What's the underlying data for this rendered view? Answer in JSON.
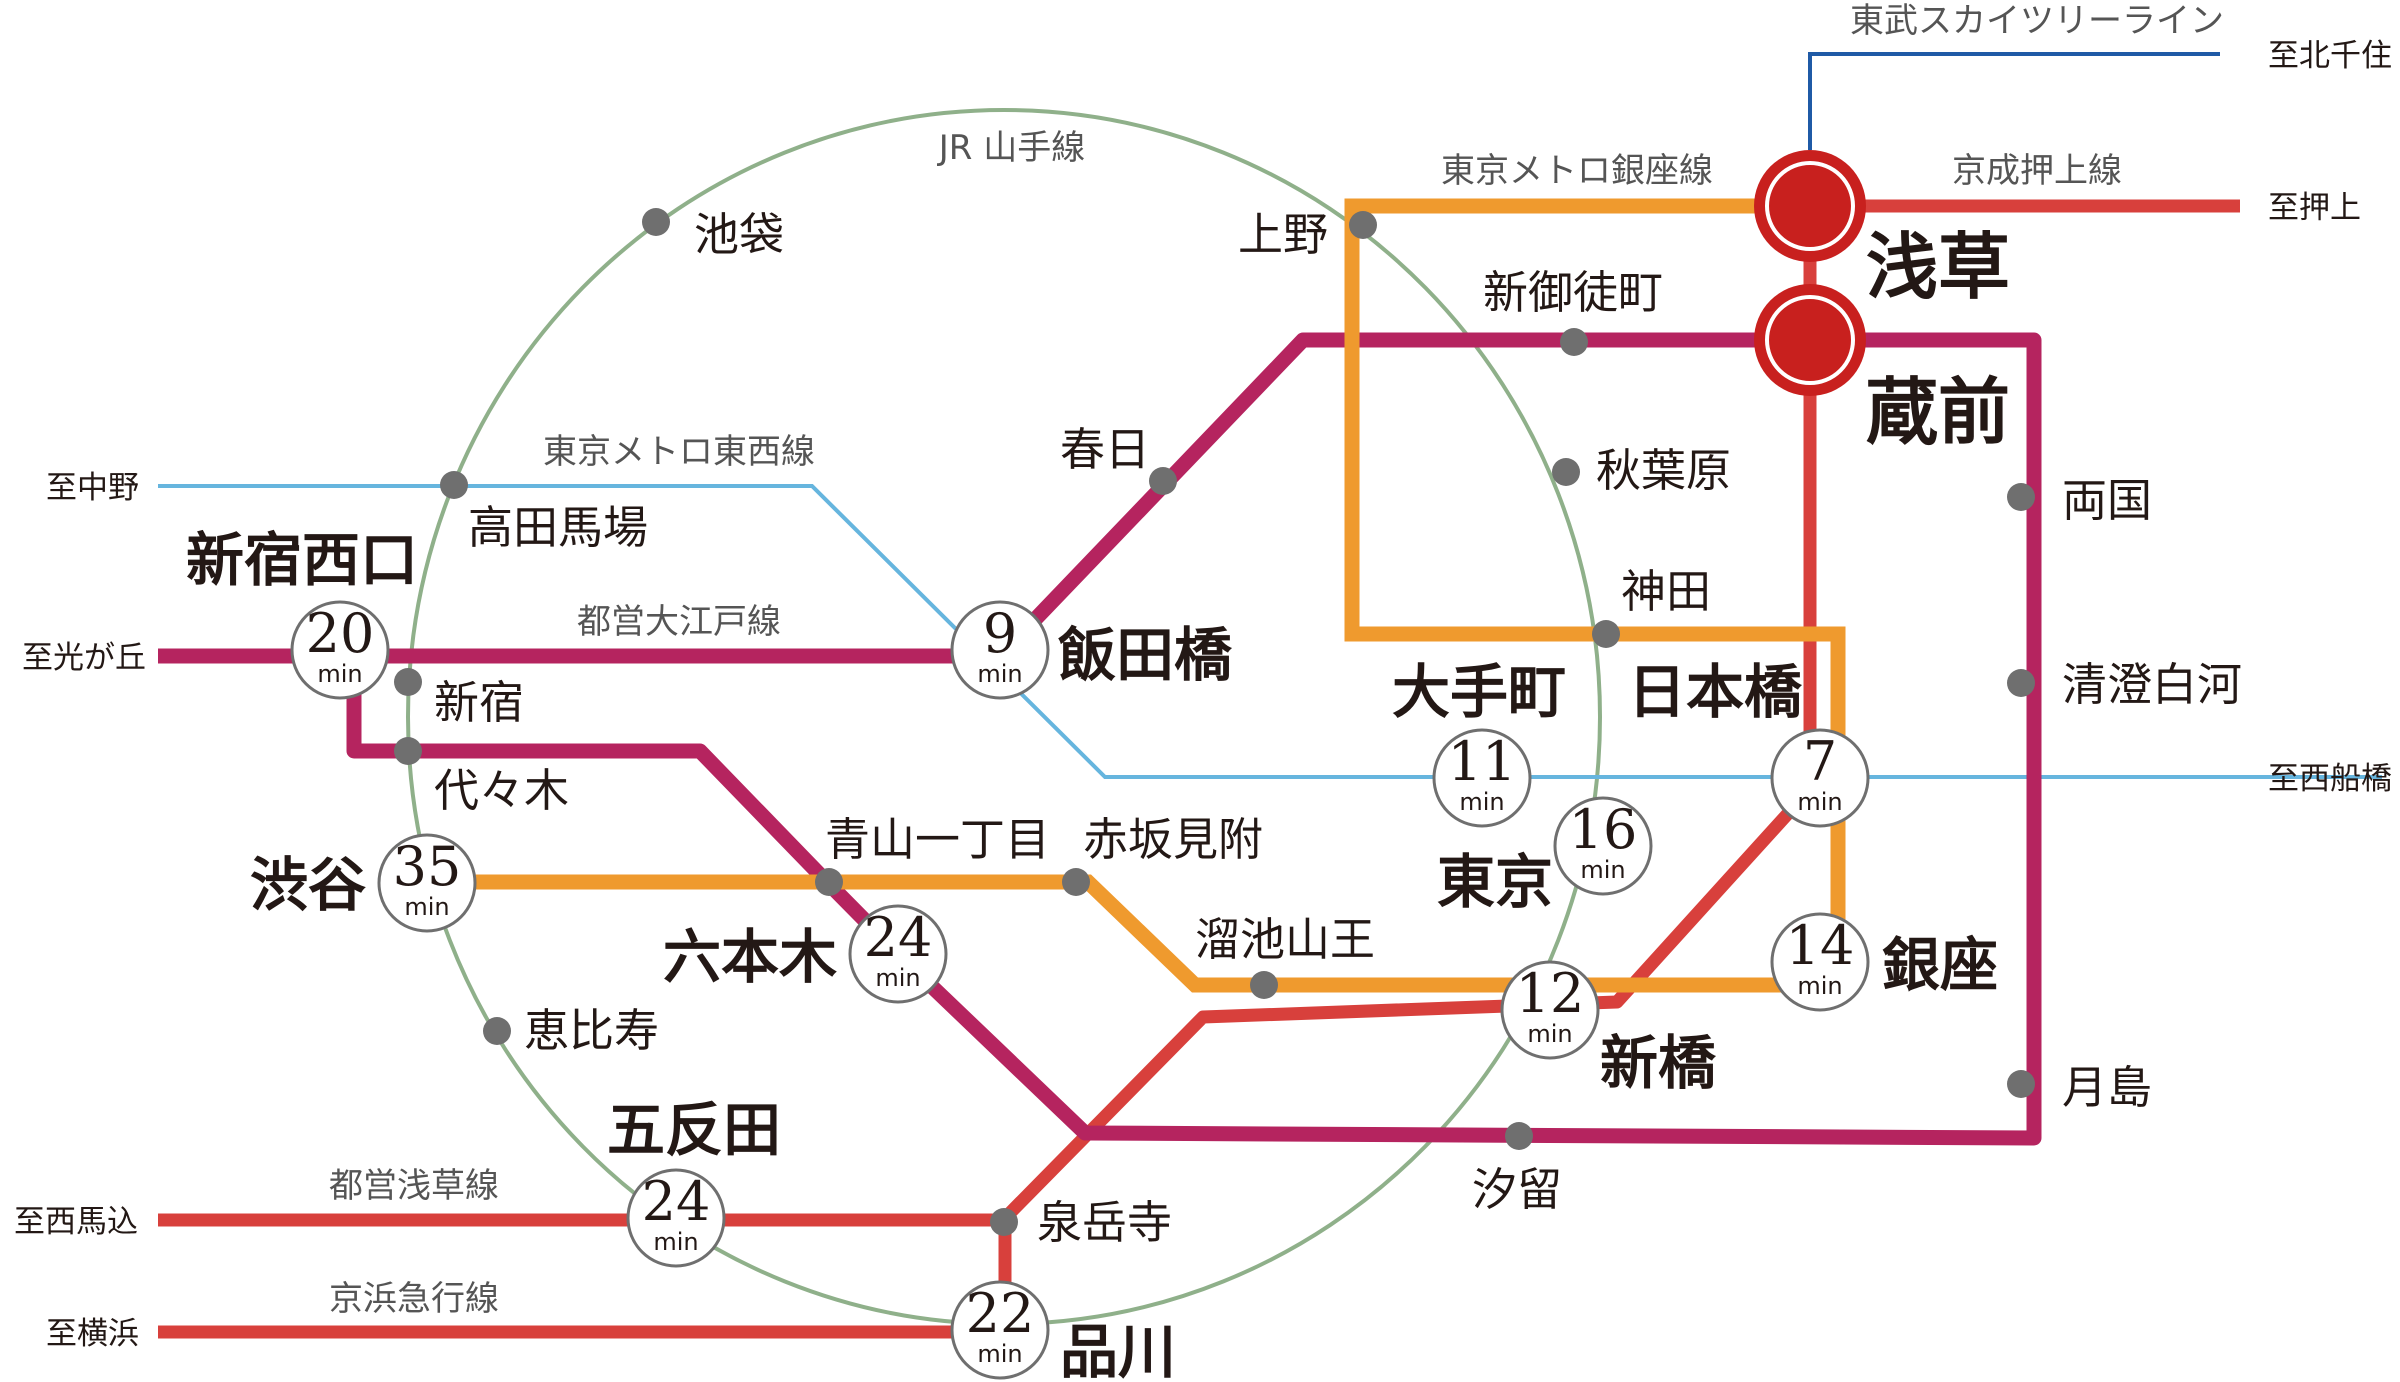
{
  "colors": {
    "yamanote": "#8fb08a",
    "ginza": "#ef9a2e",
    "asakusa": "#d8403c",
    "oedo": "#b5245f",
    "tozai": "#66b5de",
    "skytree": "#1f5aa6",
    "keisei": "#d8403c",
    "keikyu": "#d8403c",
    "station_dot": "#6f6f6f",
    "hub": "#c8201e"
  },
  "line_names": {
    "yamanote": "JR 山手線",
    "ginza": "東京メトロ銀座線",
    "tozai": "東京メトロ東西線",
    "oedo": "都営大江戸線",
    "asakusa": "都営浅草線",
    "keikyu": "京浜急行線",
    "skytree": "東武スカイツリーライン",
    "keisei": "京成押上線"
  },
  "destinations": {
    "kitasenju": "至北千住",
    "oshiage": "至押上",
    "nakano": "至中野",
    "hikarigaoka": "至光が丘",
    "nishifunabashi": "至西船橋",
    "nishimagome": "至西馬込",
    "yokohama": "至横浜"
  },
  "hubs": {
    "asakusa": "浅草",
    "kuramae": "蔵前"
  },
  "stations": {
    "ikebukuro": "池袋",
    "ueno": "上野",
    "shinokachimachi": "新御徒町",
    "kasuga": "春日",
    "akihabara": "秋葉原",
    "ryogoku": "両国",
    "takadanobaba": "高田馬場",
    "kanda": "神田",
    "shinjuku": "新宿",
    "yoyogi": "代々木",
    "kiyosumishirakawa": "清澄白河",
    "aoyamaitchome": "青山一丁目",
    "akasakamitsuke": "赤坂見附",
    "tameikesanno": "溜池山王",
    "ebisu": "恵比寿",
    "tsukishima": "月島",
    "shiodome": "汐留",
    "sengakuji": "泉岳寺"
  },
  "timed_stations": {
    "shinjukunishiguchi": {
      "name": "新宿西口",
      "minutes": "20",
      "unit": "min"
    },
    "iidabashi": {
      "name": "飯田橋",
      "minutes": "9",
      "unit": "min"
    },
    "otemachi": {
      "name": "大手町",
      "minutes": "11",
      "unit": "min"
    },
    "nihombashi": {
      "name": "日本橋",
      "minutes": "7",
      "unit": "min"
    },
    "tokyo": {
      "name": "東京",
      "minutes": "16",
      "unit": "min"
    },
    "shibuya": {
      "name": "渋谷",
      "minutes": "35",
      "unit": "min"
    },
    "roppongi": {
      "name": "六本木",
      "minutes": "24",
      "unit": "min"
    },
    "ginza": {
      "name": "銀座",
      "minutes": "14",
      "unit": "min"
    },
    "shimbashi": {
      "name": "新橋",
      "minutes": "12",
      "unit": "min"
    },
    "gotanda": {
      "name": "五反田",
      "minutes": "24",
      "unit": "min"
    },
    "shinagawa": {
      "name": "品川",
      "minutes": "22",
      "unit": "min"
    }
  }
}
